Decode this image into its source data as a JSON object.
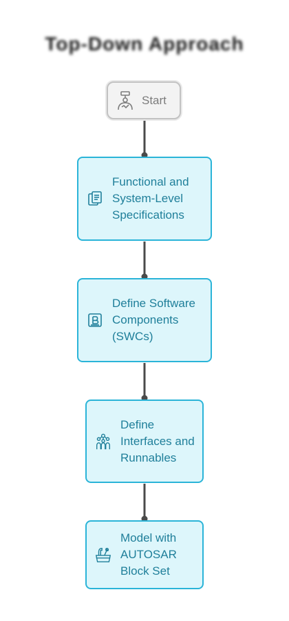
{
  "diagram": {
    "title": "Top-Down Approach",
    "colors": {
      "box_border": "#2ab4d8",
      "box_fill": "#ddf6fb",
      "box_text": "#1f7f9a",
      "start_border": "#c2c2c2",
      "start_fill": "#f3f3f3",
      "start_text": "#7c7c7c",
      "connector": "#4a4a4a"
    },
    "nodes": [
      {
        "id": "start",
        "label": "Start",
        "icon": "person-flag-icon"
      },
      {
        "id": "specs",
        "label": "Functional and System-Level Specifications",
        "icon": "document-icon"
      },
      {
        "id": "swc",
        "label": "Define Software Components (SWCs)",
        "icon": "component-block-icon"
      },
      {
        "id": "interfaces",
        "label": "Define Interfaces and Runnables",
        "icon": "network-nodes-icon"
      },
      {
        "id": "model",
        "label": "Model with AUTOSAR Block Set",
        "icon": "toolbox-icon"
      }
    ],
    "edges": [
      {
        "from": "start",
        "to": "specs"
      },
      {
        "from": "specs",
        "to": "swc"
      },
      {
        "from": "swc",
        "to": "interfaces"
      },
      {
        "from": "interfaces",
        "to": "model"
      }
    ]
  }
}
